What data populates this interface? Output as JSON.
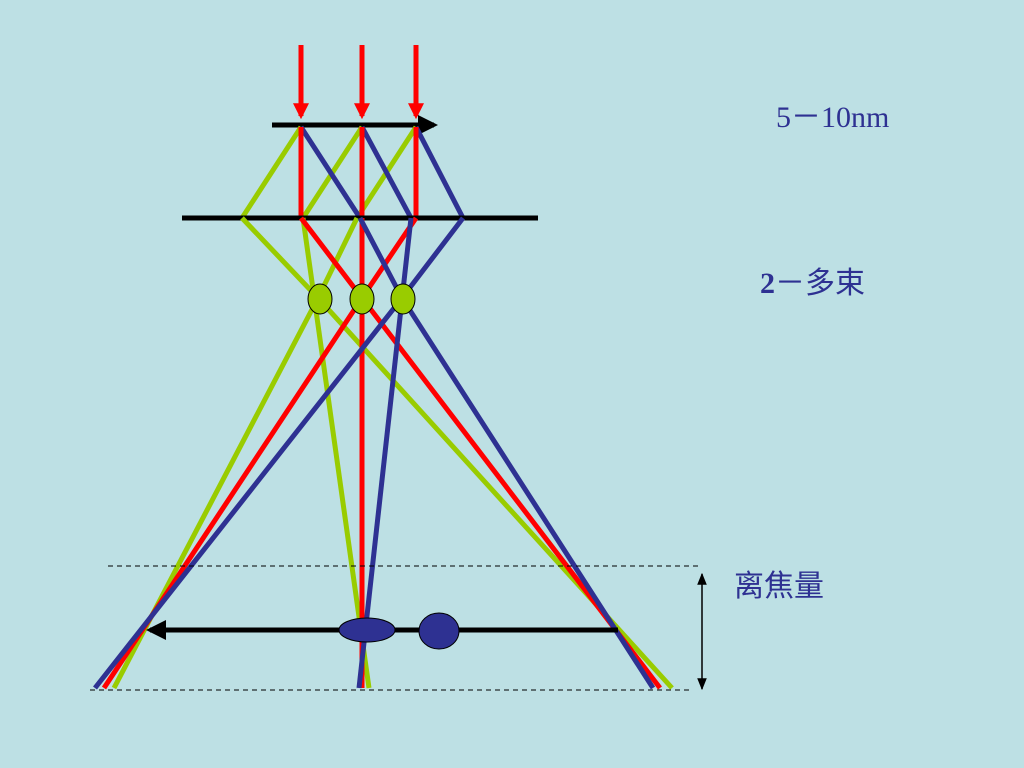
{
  "labels": {
    "scale_range": "5－10nm",
    "beam_count_number": "2",
    "beam_count_text": "－多束",
    "defocus": "离焦量"
  },
  "colors": {
    "background": "#bde0e4",
    "incident_beam": "#ff0000",
    "ray_red": "#ff0000",
    "ray_green": "#99cc00",
    "ray_blue": "#2e3192",
    "focus_spot": "#99cc00",
    "image_spot": "#2e3192",
    "arrow": "#000000",
    "text": "#2e3192"
  }
}
